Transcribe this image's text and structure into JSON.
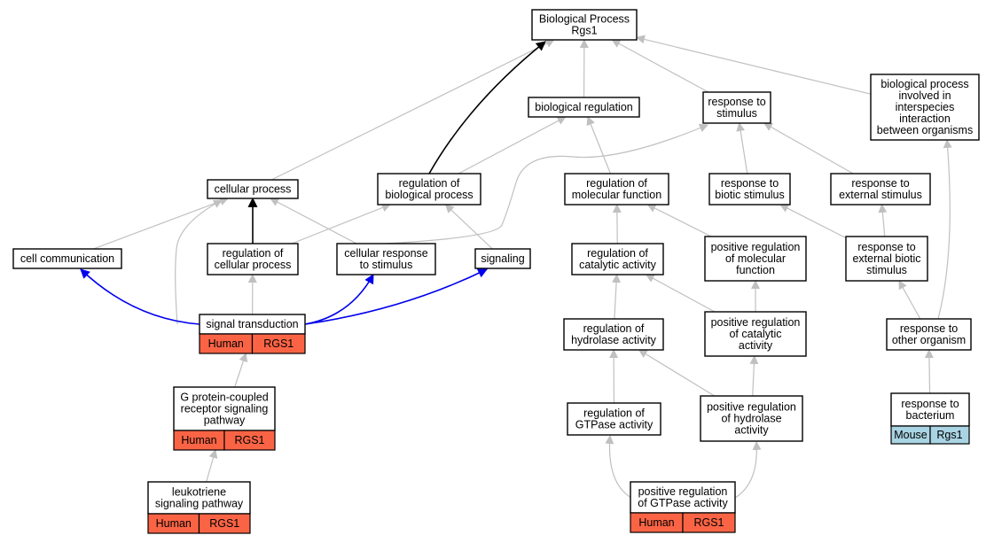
{
  "colors": {
    "edge_gray": "#c0c0c0",
    "edge_black": "#000000",
    "edge_blue": "#0000ee",
    "human_annotation": "#fa6445",
    "mouse_annotation": "#a9d4e3"
  },
  "nodes": [
    {
      "id": "bp",
      "lines": [
        "Biological Process",
        "Rgs1"
      ]
    },
    {
      "id": "bioreg",
      "lines": [
        "biological regulation"
      ]
    },
    {
      "id": "rts",
      "lines": [
        "response to",
        "stimulus"
      ]
    },
    {
      "id": "bpinter",
      "lines": [
        "biological process",
        "involved in",
        "interspecies",
        "interaction",
        "between organisms"
      ]
    },
    {
      "id": "cellproc",
      "lines": [
        "cellular process"
      ]
    },
    {
      "id": "regbio",
      "lines": [
        "regulation of",
        "biological process"
      ]
    },
    {
      "id": "regmol",
      "lines": [
        "regulation of",
        "molecular function"
      ]
    },
    {
      "id": "rtbiotic",
      "lines": [
        "response to",
        "biotic stimulus"
      ]
    },
    {
      "id": "rtext",
      "lines": [
        "response to",
        "external stimulus"
      ]
    },
    {
      "id": "cellcomm",
      "lines": [
        "cell communication"
      ]
    },
    {
      "id": "regcell",
      "lines": [
        "regulation of",
        "cellular process"
      ]
    },
    {
      "id": "cellresp",
      "lines": [
        "cellular response",
        "to stimulus"
      ]
    },
    {
      "id": "signaling",
      "lines": [
        "signaling"
      ]
    },
    {
      "id": "regcat",
      "lines": [
        "regulation of",
        "catalytic activity"
      ]
    },
    {
      "id": "posregmol",
      "lines": [
        "positive regulation",
        "of molecular",
        "function"
      ]
    },
    {
      "id": "rtextbiotic",
      "lines": [
        "response to",
        "external biotic",
        "stimulus"
      ]
    },
    {
      "id": "sigtrans",
      "lines": [
        "signal transduction"
      ],
      "annotation": [
        "Human",
        "RGS1"
      ],
      "species": "human"
    },
    {
      "id": "reghyd",
      "lines": [
        "regulation of",
        "hydrolase activity"
      ]
    },
    {
      "id": "posregcat",
      "lines": [
        "positive regulation",
        "of catalytic",
        "activity"
      ]
    },
    {
      "id": "rtother",
      "lines": [
        "response to",
        "other organism"
      ]
    },
    {
      "id": "gpcr",
      "lines": [
        "G protein-coupled",
        "receptor signaling",
        "pathway"
      ],
      "annotation": [
        "Human",
        "RGS1"
      ],
      "species": "human"
    },
    {
      "id": "reggtp",
      "lines": [
        "regulation of",
        "GTPase activity"
      ]
    },
    {
      "id": "posreghyd",
      "lines": [
        "positive regulation",
        "of hydrolase",
        "activity"
      ]
    },
    {
      "id": "rtbact",
      "lines": [
        "response to",
        "bacterium"
      ],
      "annotation": [
        "Mouse",
        "Rgs1"
      ],
      "species": "mouse"
    },
    {
      "id": "leuko",
      "lines": [
        "leukotriene",
        "signaling pathway"
      ],
      "annotation": [
        "Human",
        "RGS1"
      ],
      "species": "human"
    },
    {
      "id": "posreggtp",
      "lines": [
        "positive regulation",
        "of GTPase activity"
      ],
      "annotation": [
        "Human",
        "RGS1"
      ],
      "species": "human"
    }
  ],
  "edges": [
    {
      "from": "bioreg",
      "to": "bp",
      "color": "gray"
    },
    {
      "from": "rts",
      "to": "bp",
      "color": "gray"
    },
    {
      "from": "bpinter",
      "to": "bp",
      "color": "gray"
    },
    {
      "from": "cellproc",
      "to": "bp",
      "color": "gray"
    },
    {
      "from": "regbio",
      "to": "bp",
      "color": "black"
    },
    {
      "from": "regbio",
      "to": "bioreg",
      "color": "gray"
    },
    {
      "from": "regmol",
      "to": "bioreg",
      "color": "gray"
    },
    {
      "from": "rtbiotic",
      "to": "rts",
      "color": "gray"
    },
    {
      "from": "rtext",
      "to": "rts",
      "color": "gray"
    },
    {
      "from": "cellresp",
      "to": "rts",
      "color": "gray"
    },
    {
      "from": "cellcomm",
      "to": "cellproc",
      "color": "gray"
    },
    {
      "from": "regcell",
      "to": "cellproc",
      "color": "black"
    },
    {
      "from": "cellresp",
      "to": "cellproc",
      "color": "gray"
    },
    {
      "from": "sigtrans",
      "to": "cellproc",
      "color": "gray"
    },
    {
      "from": "regcell",
      "to": "regbio",
      "color": "gray"
    },
    {
      "from": "signaling",
      "to": "regbio",
      "color": "gray"
    },
    {
      "from": "regcat",
      "to": "regmol",
      "color": "gray"
    },
    {
      "from": "posregmol",
      "to": "regmol",
      "color": "gray"
    },
    {
      "from": "rtextbiotic",
      "to": "rtbiotic",
      "color": "gray"
    },
    {
      "from": "rtextbiotic",
      "to": "rtext",
      "color": "gray"
    },
    {
      "from": "rtother",
      "to": "rtextbiotic",
      "color": "gray"
    },
    {
      "from": "rtother",
      "to": "bpinter",
      "color": "gray"
    },
    {
      "from": "sigtrans",
      "to": "cellcomm",
      "color": "blue"
    },
    {
      "from": "sigtrans",
      "to": "regcell",
      "color": "gray"
    },
    {
      "from": "sigtrans",
      "to": "cellresp",
      "color": "blue"
    },
    {
      "from": "sigtrans",
      "to": "signaling",
      "color": "blue"
    },
    {
      "from": "reghyd",
      "to": "regcat",
      "color": "gray"
    },
    {
      "from": "posregcat",
      "to": "regcat",
      "color": "gray"
    },
    {
      "from": "posregcat",
      "to": "posregmol",
      "color": "gray"
    },
    {
      "from": "gpcr",
      "to": "sigtrans",
      "color": "gray"
    },
    {
      "from": "reggtp",
      "to": "reghyd",
      "color": "gray"
    },
    {
      "from": "posreghyd",
      "to": "reghyd",
      "color": "gray"
    },
    {
      "from": "posreghyd",
      "to": "posregcat",
      "color": "gray"
    },
    {
      "from": "rtbact",
      "to": "rtother",
      "color": "gray"
    },
    {
      "from": "leuko",
      "to": "gpcr",
      "color": "gray"
    },
    {
      "from": "posreggtp",
      "to": "reggtp",
      "color": "gray"
    },
    {
      "from": "posreggtp",
      "to": "posreghyd",
      "color": "gray"
    }
  ]
}
